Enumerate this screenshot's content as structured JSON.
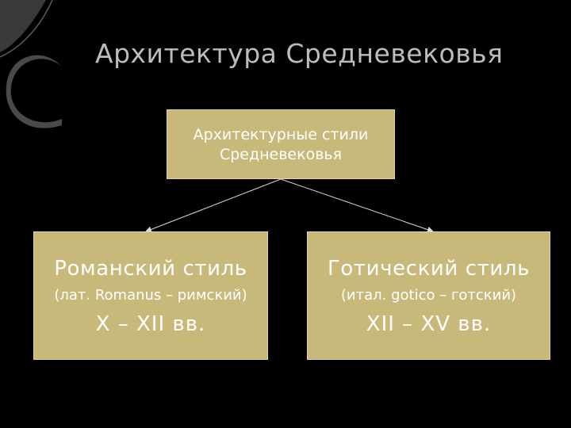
{
  "slide": {
    "title": "Архитектура Средневековья",
    "background_color": "#000000",
    "box_color": "#c8b87a",
    "decor": "theme-arc-ornament"
  },
  "diagram": {
    "root": {
      "line1": "Архитектурные стили",
      "line2": "Средневековья"
    },
    "left": {
      "name": "Романский стиль",
      "origin": "(лат. Romanus – римский)",
      "period": "X – XII вв."
    },
    "right": {
      "name": "Готический стиль",
      "origin": "(итал. gotico – готский)",
      "period": "XII – XV вв."
    }
  }
}
